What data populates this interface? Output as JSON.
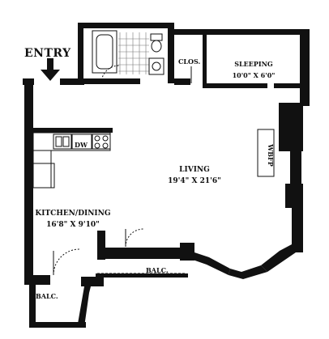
{
  "entry": {
    "label": "ENTRY"
  },
  "rooms": {
    "closet": {
      "name": "CLOS."
    },
    "sleeping": {
      "name": "SLEEPING",
      "dims": "10'0\" X 6'0\""
    },
    "wbfp": {
      "name": "WBFP"
    },
    "living": {
      "name": "LIVING",
      "dims": "19'4\" X 21'6\""
    },
    "kitchen": {
      "name": "KITCHEN/DINING",
      "dims": "16'8\" X 9'10\""
    },
    "dishwasher": {
      "name": "DW"
    },
    "balcony_right": {
      "name": "BALC."
    },
    "balcony_left": {
      "name": "BALC."
    }
  }
}
